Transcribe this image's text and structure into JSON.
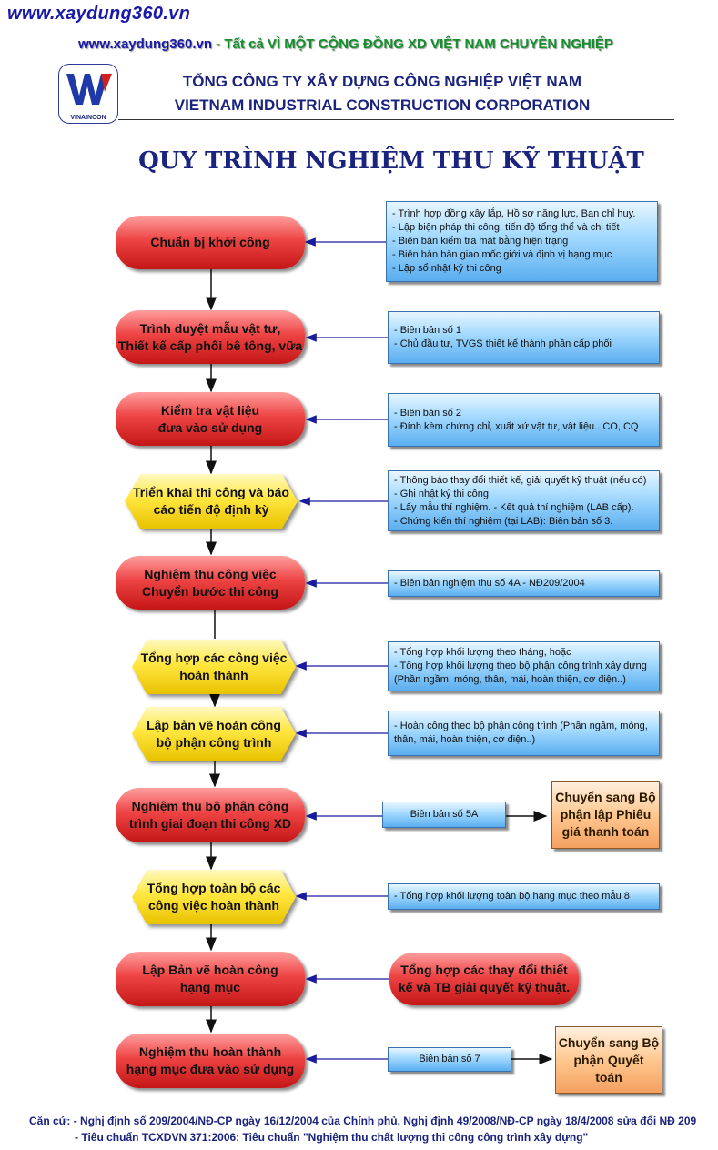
{
  "header": {
    "watermark": "www.xaydung360.vn",
    "tagline_site": "www.xaydung360.vn",
    "tagline_rest": " - Tất cả VÌ MỘT CỘNG ĐỒNG XD VIỆT NAM CHUYÊN NGHIỆP",
    "logo_text": "VINAINCON",
    "company_vi": "TỔNG CÔNG TY XÂY DỰNG CÔNG NGHIỆP VIỆT NAM",
    "company_en": "VIETNAM INDUSTRIAL CONSTRUCTION CORPORATION",
    "title": "QUY TRÌNH NGHIỆM THU KỸ THUẬT"
  },
  "steps": [
    {
      "line1": "Chuẩn bị khởi công",
      "line2": ""
    },
    {
      "line1": "Trình duyệt mẫu vật tư,",
      "line2": "Thiết kế cấp phối bê tông, vữa"
    },
    {
      "line1": "Kiểm tra vật liệu",
      "line2": "đưa vào sử dụng"
    },
    {
      "line1": "Triển khai thi công và báo",
      "line2": "cáo tiến độ định kỳ"
    },
    {
      "line1": "Nghiệm thu công việc",
      "line2": "Chuyển bước thi công"
    },
    {
      "line1": "Tổng hợp các công việc",
      "line2": "hoàn thành"
    },
    {
      "line1": "Lập bản vẽ hoàn công",
      "line2": "bộ phận công trình"
    },
    {
      "line1": "Nghiệm thu bộ phận công",
      "line2": "trình giai đoạn thi công XD"
    },
    {
      "line1": "Tổng hợp toàn bộ các",
      "line2": "công việc hoàn thành"
    },
    {
      "line1": "Lập Bản vẽ hoàn công",
      "line2": "hạng mục"
    },
    {
      "line1": "Nghiệm thu hoàn thành",
      "line2": "hạng mục đưa vào sử dụng"
    }
  ],
  "notes": [
    {
      "lines": [
        "- Trình hợp đồng xây lắp, Hồ sơ năng lực, Ban chỉ huy.",
        "- Lập biện pháp thi công, tiến độ tổng thể và chi tiết",
        "- Biên bản kiểm tra mặt bằng hiện trạng",
        "- Biên bản bàn giao mốc giới và định vị hạng mục",
        "- Lập sổ nhật ký thi công"
      ]
    },
    {
      "lines": [
        "- Biên bản số 1",
        "- Chủ đầu tư, TVGS thiết kế thành phần cấp phối"
      ]
    },
    {
      "lines": [
        "- Biên bản số 2",
        "- Đính kèm chứng chỉ, xuất xứ vật tư, vật liệu.. CO, CQ"
      ]
    },
    {
      "lines": [
        "- Thông báo thay đổi thiết kế, giải quyết kỹ thuật (nếu có)",
        "- Ghi nhật ký thi công",
        "- Lấy mẫu thí nghiệm. - Kết quả thí nghiệm (LAB cấp).",
        "- Chứng kiến thí nghiệm (tại LAB): Biên bản số 3."
      ]
    },
    {
      "lines": [
        "- Biên bản nghiệm thu số 4A - NĐ209/2004"
      ]
    },
    {
      "lines": [
        "- Tổng hợp khối lượng theo tháng, hoặc",
        "- Tổng hợp khối lượng theo bộ phận công trình xây dựng",
        "(Phần ngầm, móng, thân, mái, hoàn thiện, cơ điện..)"
      ]
    },
    {
      "lines": [
        "- Hoàn công theo bộ phận công trình (Phần ngầm, móng,",
        "thân, mái, hoàn thiện, cơ điện..)"
      ]
    },
    {
      "lines": [
        "Biên bản số 5A"
      ]
    },
    {
      "lines": [
        "- Tổng hợp khối lượng toàn bộ hạng mục theo mẫu 8"
      ]
    },
    {
      "lines": [
        "Biên bản số 7"
      ]
    }
  ],
  "side": {
    "payment": {
      "line1": "Chuyển sang Bộ",
      "line2": "phận lập Phiếu",
      "line3": "giá thanh toán"
    },
    "changes": {
      "line1": "Tổng hợp các thay đổi thiết",
      "line2": "kế và TB giải quyết kỹ thuật."
    },
    "settlement": {
      "line1": "Chuyển sang Bộ",
      "line2": "phận Quyết",
      "line3": "toán"
    }
  },
  "basis": {
    "line1": "Căn cứ: - Nghị định số 209/2004/NĐ-CP ngày 16/12/2004 của Chính phủ, Nghị định 49/2008/NĐ-CP ngày 18/4/2008 sửa đổi NĐ 209",
    "line2": "- Tiêu chuẩn TCXDVN 371:2006: Tiêu chuẩn \"Nghiệm thu chất lượng thi công công trình xây dựng\""
  },
  "colors": {
    "title_blue": "#1a237e",
    "connector_blue": "#1a1a9e",
    "tagline_green": "#12902a"
  }
}
